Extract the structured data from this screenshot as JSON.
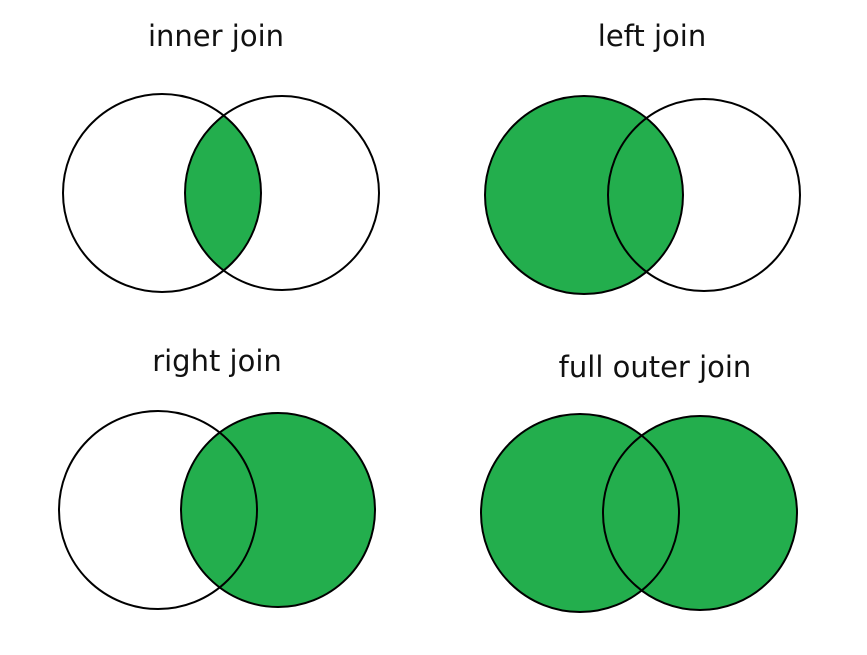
{
  "colors": {
    "fill": "#23AE4D",
    "stroke": "#000000",
    "background": "#FFFFFF"
  },
  "diagrams": [
    {
      "id": "inner",
      "title": "inner join",
      "shaded": "intersection"
    },
    {
      "id": "left",
      "title": "left join",
      "shaded": "left-circle"
    },
    {
      "id": "right",
      "title": "right join",
      "shaded": "right-circle"
    },
    {
      "id": "full",
      "title": "full outer join",
      "shaded": "union"
    }
  ]
}
